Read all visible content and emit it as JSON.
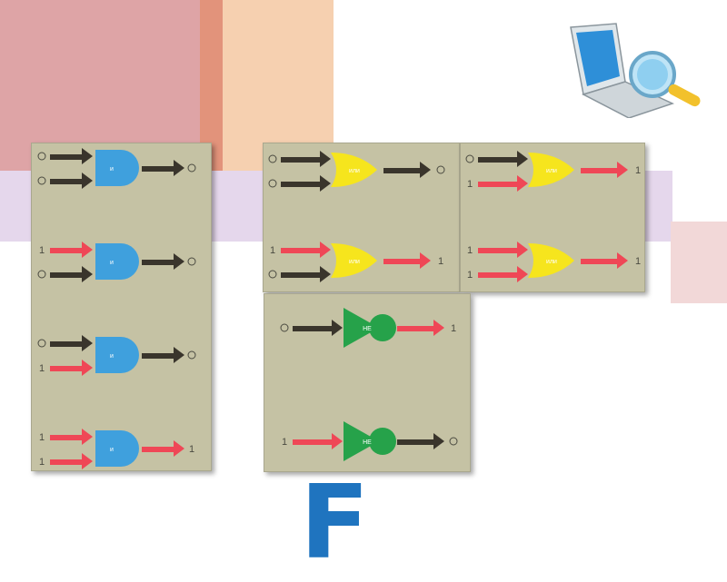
{
  "colors": {
    "and_gate": "#3fa0dd",
    "or_gate": "#f6e51d",
    "not_gate": "#26a24a",
    "arrow_zero": "#3a352c",
    "arrow_one": "#ef4756",
    "panel_bg": "#c5c2a4",
    "accent_letter": "#1f74bf"
  },
  "icons": [
    "laptop-magnifier-icon"
  ],
  "big_letter": "F",
  "and_panel": {
    "gate_label": "и",
    "rows": [
      {
        "in1": "0",
        "in2": "0",
        "out": "0"
      },
      {
        "in1": "1",
        "in2": "0",
        "out": "0"
      },
      {
        "in1": "0",
        "in2": "1",
        "out": "0"
      },
      {
        "in1": "1",
        "in2": "1",
        "out": "1"
      }
    ]
  },
  "or_panel_left": {
    "gate_label": "или",
    "rows": [
      {
        "in1": "0",
        "in2": "0",
        "out": "0"
      },
      {
        "in1": "1",
        "in2": "0",
        "out": "1"
      }
    ]
  },
  "or_panel_right": {
    "gate_label": "или",
    "rows": [
      {
        "in1": "0",
        "in2": "1",
        "out": "1"
      },
      {
        "in1": "1",
        "in2": "1",
        "out": "1"
      }
    ]
  },
  "not_panel": {
    "gate_label": "НЕ",
    "rows": [
      {
        "in": "0",
        "out": "1"
      },
      {
        "in": "1",
        "out": "0"
      }
    ]
  }
}
